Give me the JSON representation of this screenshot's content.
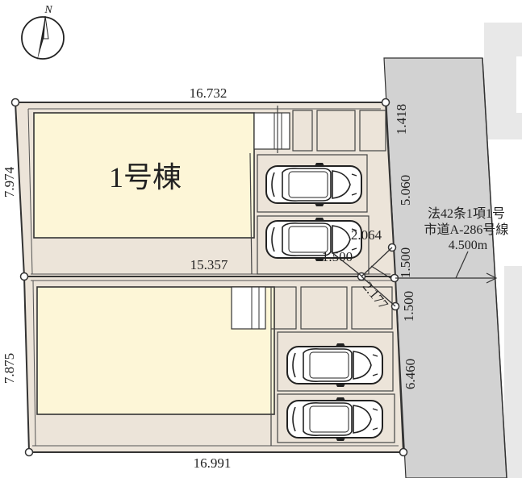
{
  "compass": {
    "label": "N",
    "icon": "north-arrow-icon"
  },
  "lots": [
    {
      "name": "1号棟"
    },
    {
      "name": ""
    }
  ],
  "dimensions": {
    "top": "16.732",
    "left_upper": "7.974",
    "right_top": "1.418",
    "right_upper": "5.060",
    "mid": "15.357",
    "corner_a": "2.064",
    "corner_b": "1.500",
    "corner_c": "1.500",
    "corner_diag": "2.177",
    "corner_d": "1.500",
    "left_lower": "7.875",
    "right_lower": "6.460",
    "bottom": "16.991"
  },
  "road": {
    "line1": "法42条1項1号",
    "line2": "市道A-286号線",
    "width": "4.500m"
  },
  "colors": {
    "lot_fill": "#ece4d9",
    "house_fill": "#fdf6d7",
    "road_fill": "#d2d2d2",
    "bg_building": "#e8e8e8"
  }
}
